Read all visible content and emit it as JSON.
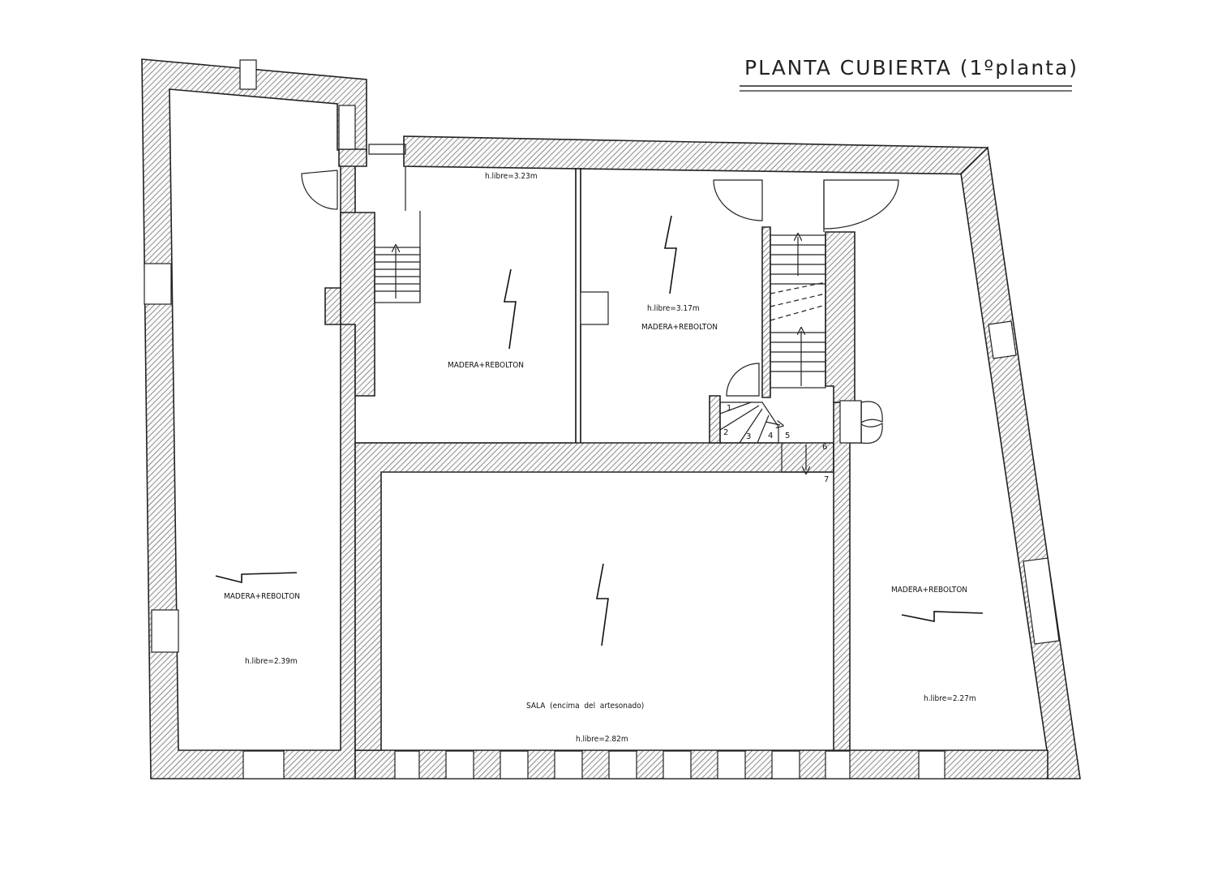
{
  "title": "PLANTA CUBIERTA (1ºplanta)",
  "rooms": {
    "left": {
      "floor": "MADERA+REBOLTON",
      "height": "h.libre=2.39m"
    },
    "upper_middle": {
      "floor": "MADERA+REBOLTON",
      "height": "h.libre=3.23m"
    },
    "upper_stair": {
      "floor": "MADERA+REBOLTON",
      "height": "h.libre=3.17m"
    },
    "sala": {
      "name": "SALA  (encima  del  artesonado)",
      "height": "h.libre=2.82m"
    },
    "right": {
      "floor": "MADERA+REBOLTON",
      "height": "h.libre=2.27m"
    }
  },
  "stair_steps": [
    "1",
    "2",
    "3",
    "4",
    "5",
    "6",
    "7"
  ]
}
